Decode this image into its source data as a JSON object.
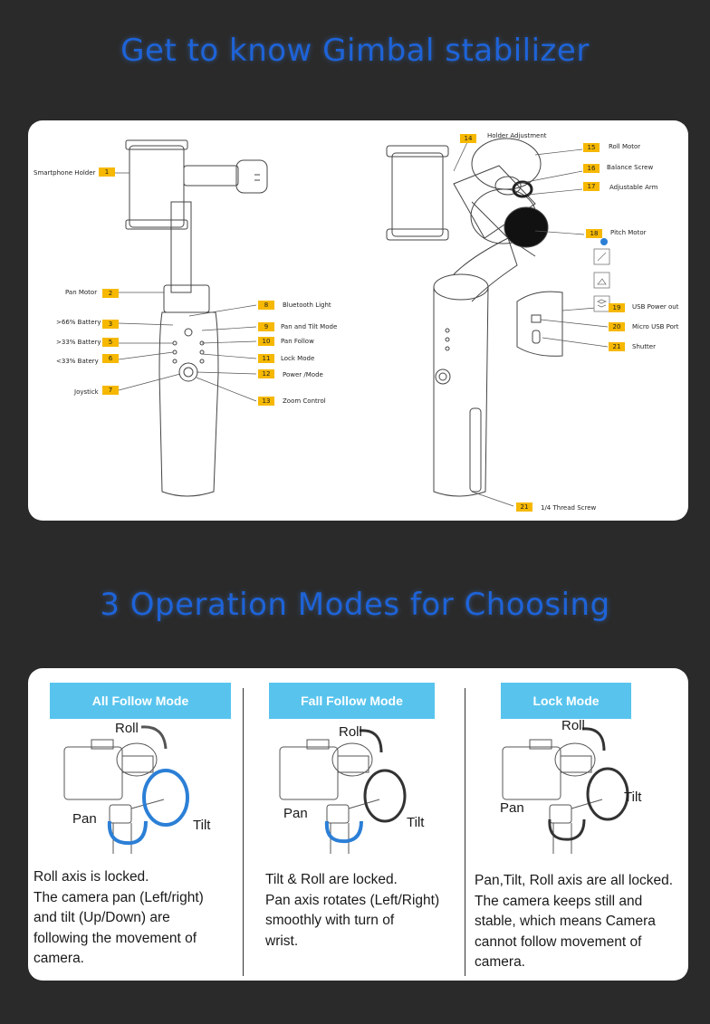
{
  "titles": {
    "top": "Get to know Gimbal stabilizer",
    "modes": "3 Operation Modes for Choosing"
  },
  "callouts_left": [
    {
      "num": "1",
      "label": "Smartphone Holder"
    },
    {
      "num": "2",
      "label": "Pan Motor"
    },
    {
      "num": "3",
      "label": ">66% Battery"
    },
    {
      "num": "5",
      "label": ">33% Battery"
    },
    {
      "num": "6",
      "label": "<33% Batery"
    },
    {
      "num": "7",
      "label": "Joystick"
    },
    {
      "num": "8",
      "label": "Bluetooth Light"
    },
    {
      "num": "9",
      "label": "Pan and Tilt Mode"
    },
    {
      "num": "10",
      "label": "Pan Follow"
    },
    {
      "num": "11",
      "label": "Lock Mode"
    },
    {
      "num": "12",
      "label": "Power /Mode"
    },
    {
      "num": "13",
      "label": "Zoom Control"
    }
  ],
  "callouts_right": [
    {
      "num": "14",
      "label": "Holder Adjustment"
    },
    {
      "num": "15",
      "label": "Roll Motor"
    },
    {
      "num": "16",
      "label": "Balance Screw"
    },
    {
      "num": "17",
      "label": "Adjustable Arm"
    },
    {
      "num": "18",
      "label": "Pitch Motor"
    },
    {
      "num": "19",
      "label": "USB Power out"
    },
    {
      "num": "20",
      "label": "Micro USB Port"
    },
    {
      "num": "21",
      "label": "Shutter"
    },
    {
      "num": "21",
      "label": "1/4 Thread Screw"
    }
  ],
  "modes": [
    {
      "title": "All Follow Mode",
      "roll": "Roll",
      "pan": "Pan",
      "tilt": "Tilt",
      "lines": [
        "Roll axis is locked.",
        "The camera pan (Left/right)",
        "and tilt (Up/Down) are",
        "following the movement of",
        "camera."
      ]
    },
    {
      "title": "Fall Follow Mode",
      "roll": "Roll",
      "pan": "Pan",
      "tilt": "Tilt",
      "lines": [
        "Tilt & Roll are locked.",
        "Pan axis rotates (Left/Right)",
        "smoothly with turn of",
        "wrist."
      ]
    },
    {
      "title": "Lock Mode",
      "roll": "Roll",
      "pan": "Pan",
      "tilt": "Tilt",
      "lines": [
        "Pan,Tilt, Roll axis are all locked.",
        "The camera keeps still and",
        "stable, which means Camera",
        "cannot follow movement of",
        "camera."
      ]
    }
  ],
  "colors": {
    "background": "#2a2a2a",
    "title": "#1e63d8",
    "callout_badge": "#f6b800",
    "mode_header": "#58c4ee",
    "highlight_ring": "#2b7fd6",
    "dark_ring": "#333333"
  }
}
